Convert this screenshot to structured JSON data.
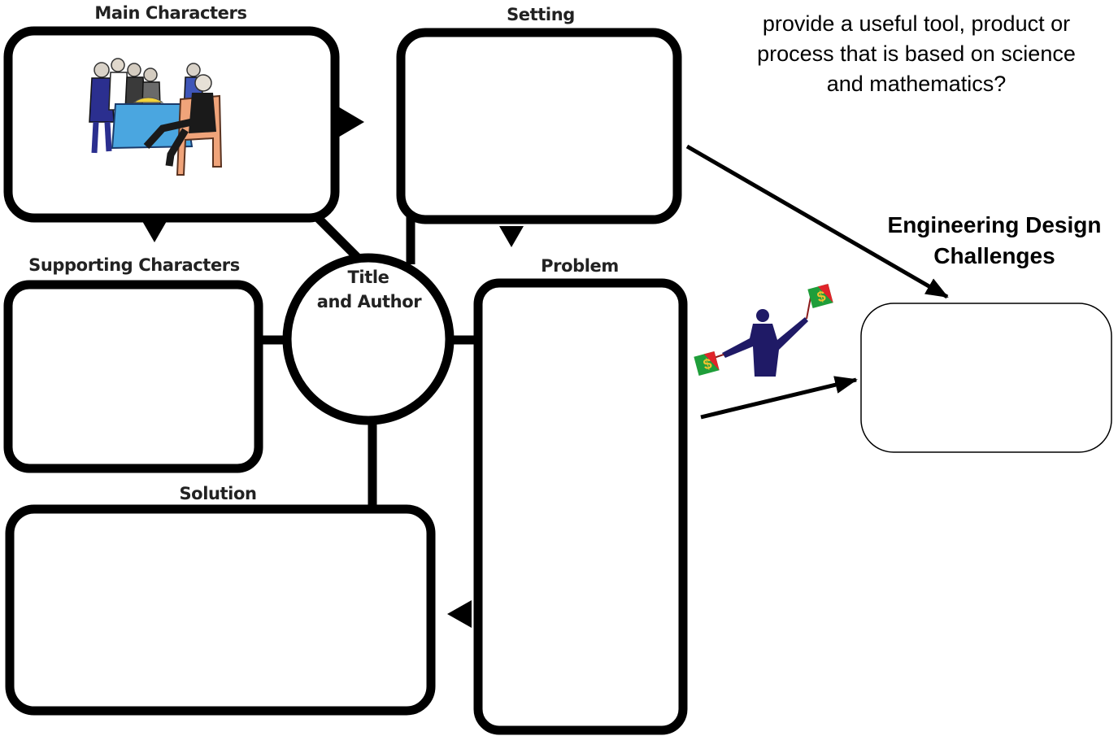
{
  "organizer": {
    "main_characters": "Main Characters",
    "setting": "Setting",
    "supporting_characters": "Supporting Characters",
    "title_line1": "Title",
    "title_line2": "and Author",
    "problem": "Problem",
    "solution": "Solution"
  },
  "question": {
    "line1": "provide a useful tool, product or",
    "line2": "process that is based on science",
    "line3": "and mathematics?"
  },
  "engineering": {
    "heading_line1": "Engineering Design",
    "heading_line2": "Challenges"
  },
  "clipart": {
    "meeting": "people-at-table-icon",
    "signaler": "person-with-flags-icon",
    "flag_symbol": "$"
  },
  "colors": {
    "outline": "#000000",
    "tablecloth": "#4aa6e0",
    "chair": "#f0a47a",
    "coat": "#2b2f8f",
    "silhouette": "#1f1a66",
    "flag_green": "#1f9e3a",
    "flag_red": "#e0242a",
    "flag_gold": "#f2c230"
  }
}
